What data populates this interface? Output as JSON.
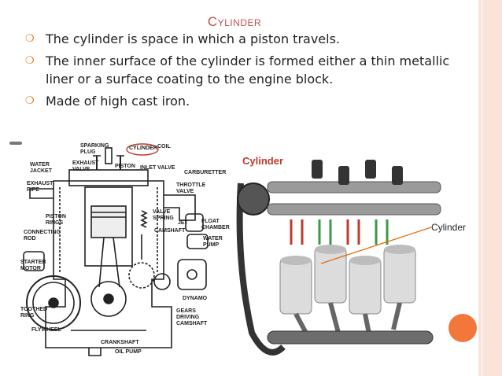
{
  "slide": {
    "title": "Cylinder",
    "bullets": [
      "The cylinder is space in which a piston travels.",
      "The inner surface of the cylinder is formed either a thin metallic liner or a surface coating to the engine block.",
      "Made of high cast iron."
    ],
    "bullet_marker": "❍",
    "accent_color": "#c0504d",
    "bullet_color": "#e46c0a",
    "side_band_color": "#fbe3dc",
    "dot_color": "#f1773a"
  },
  "left_figure": {
    "labels": {
      "sparking_plug": "SPARKING PLUG",
      "cylinder": "CYLINDER",
      "coil": "COIL",
      "water_jacket": "WATER JACKET",
      "exhaust_valve": "EXHAUST VALVE",
      "piston": "PISTON",
      "inlet_valve": "INLET VALVE",
      "carburetter": "CARBURETTER",
      "exhaust_pipe": "EXHAUST PIPE",
      "throttle_valve": "THROTTLE VALVE",
      "piston_rings": "PISTON RINGS",
      "valve_spring": "VALVE SPRING",
      "jet": "JET",
      "float_chamber": "FLOAT CHAMBER",
      "connecting_rod": "CONNECTING ROD",
      "camshaft": "CAMSHAFT",
      "water_pump": "WATER PUMP",
      "starter_motor": "STARTER MOTOR",
      "dynamo": "DYNAMO",
      "toothed_ring": "TOOTHED RING",
      "gears_driving_camshaft": "GEARS DRIVING CAMSHAFT",
      "flywheel": "FLYWHEEL",
      "crankshaft": "CRANKSHAFT",
      "oil_pump": "OIL PUMP"
    }
  },
  "right_figure": {
    "title": "Cylinder",
    "callout": "Cylinder"
  }
}
